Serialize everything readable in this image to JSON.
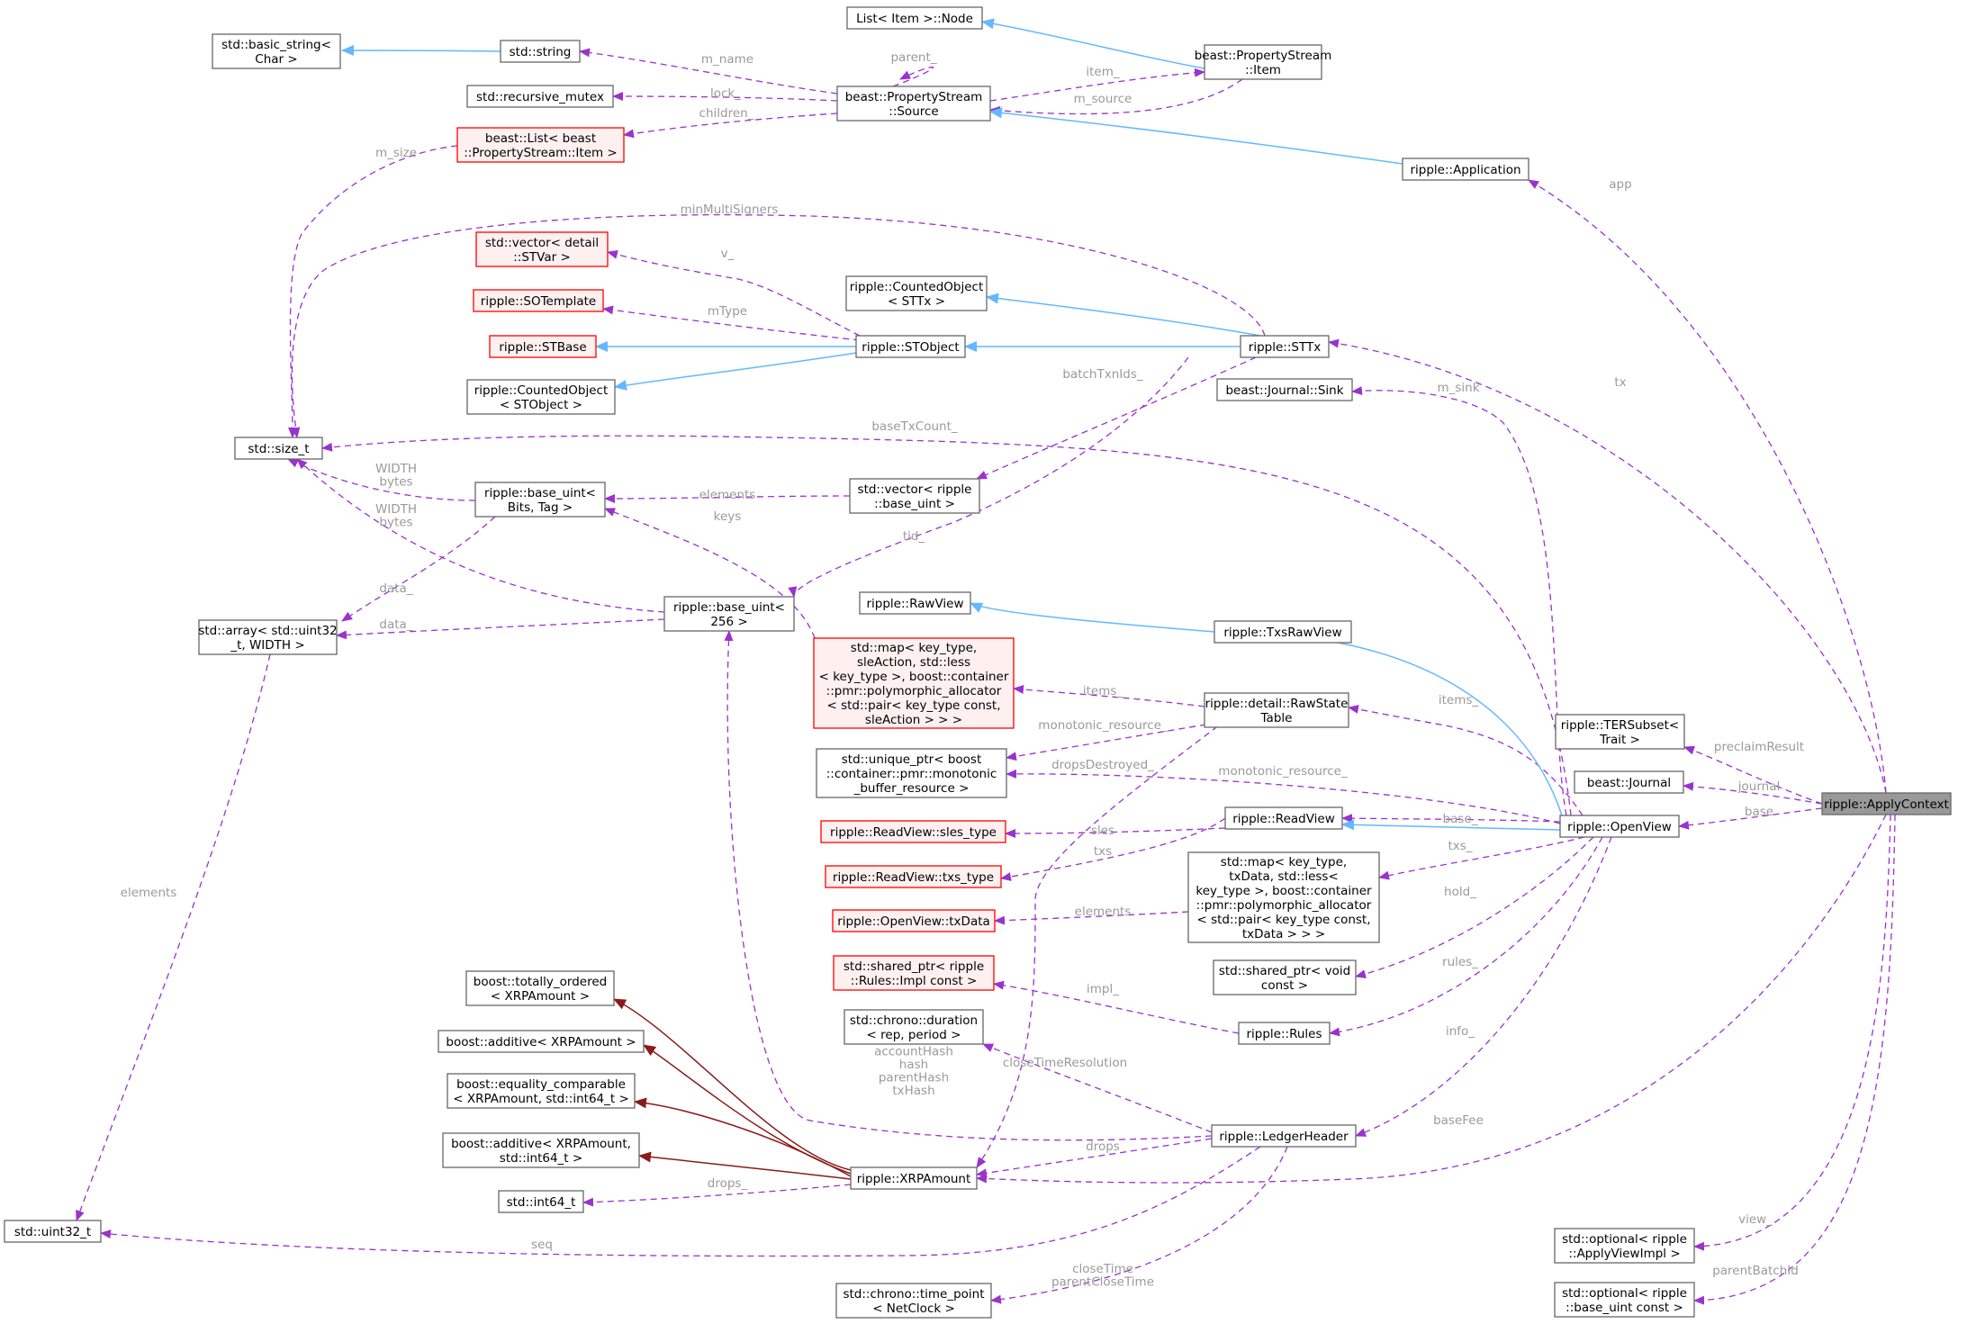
{
  "colors": {
    "member_edge": "#9a32cd",
    "inherit_edge": "#63b8ff",
    "private_inherit_edge": "#8b1a1a",
    "undocumented_border": "#ff0000",
    "undocumented_fill": "#fff0f0",
    "highlight_fill": "#999999"
  },
  "nodes": {
    "apply_context": [
      "ripple::ApplyContext"
    ],
    "list_node": [
      "List< Item >::Node"
    ],
    "basic_string": [
      "std::basic_string<",
      "Char >"
    ],
    "std_string": [
      "std::string"
    ],
    "ps_item": [
      "beast::PropertyStream",
      "::Item"
    ],
    "recursive_mutex": [
      "std::recursive_mutex"
    ],
    "ps_source": [
      "beast::PropertyStream",
      "::Source"
    ],
    "beast_list": [
      "beast::List< beast",
      "::PropertyStream::Item >"
    ],
    "application": [
      "ripple::Application"
    ],
    "vector_stvar": [
      "std::vector< detail",
      "::STVar >"
    ],
    "sotemplate": [
      "ripple::SOTemplate"
    ],
    "stbase": [
      "ripple::STBase"
    ],
    "counted_stobject": [
      "ripple::CountedObject",
      "< STObject >"
    ],
    "counted_sttx": [
      "ripple::CountedObject",
      "< STTx >"
    ],
    "stobject": [
      "ripple::STObject"
    ],
    "sttx": [
      "ripple::STTx"
    ],
    "journal_sink": [
      "beast::Journal::Sink"
    ],
    "size_t": [
      "std::size_t"
    ],
    "base_uint_bits": [
      "ripple::base_uint<",
      "Bits, Tag >"
    ],
    "vector_base_uint": [
      "std::vector< ripple",
      "::base_uint >"
    ],
    "array_uint32": [
      "std::array< std::uint32",
      "_t, WIDTH >"
    ],
    "base_uint_256": [
      "ripple::base_uint<",
      "256 >"
    ],
    "rawview": [
      "ripple::RawView"
    ],
    "txsrawview": [
      "ripple::TxsRawView"
    ],
    "map_sleaction": [
      "std::map< key_type,",
      " sleAction, std::less",
      "< key_type >, boost::container",
      "::pmr::polymorphic_allocator",
      "< std::pair< key_type const,",
      " sleAction > > >"
    ],
    "rawstatetable": [
      "ripple::detail::RawState",
      "Table"
    ],
    "tersubset": [
      "ripple::TERSubset<",
      "Trait >"
    ],
    "unique_ptr_mbr": [
      "std::unique_ptr< boost",
      "::container::pmr::monotonic",
      "_buffer_resource >"
    ],
    "beast_journal": [
      "beast::Journal"
    ],
    "sles_type": [
      "ripple::ReadView::sles_type"
    ],
    "readview": [
      "ripple::ReadView"
    ],
    "openview": [
      "ripple::OpenView"
    ],
    "txs_type": [
      "ripple::ReadView::txs_type"
    ],
    "map_txdata": [
      "std::map< key_type,",
      " txData, std::less<",
      " key_type >, boost::container",
      "::pmr::polymorphic_allocator",
      "< std::pair< key_type const,",
      " txData > > >"
    ],
    "openview_txdata": [
      "ripple::OpenView::txData"
    ],
    "totally_ordered": [
      "boost::totally_ordered",
      "< XRPAmount >"
    ],
    "shared_ptr_rules": [
      "std::shared_ptr< ripple",
      "::Rules::Impl const >"
    ],
    "shared_ptr_void": [
      "std::shared_ptr< void",
      " const >"
    ],
    "additive": [
      "boost::additive< XRPAmount >"
    ],
    "rules": [
      "ripple::Rules"
    ],
    "duration": [
      "std::chrono::duration",
      "< rep, period >"
    ],
    "equality_comparable": [
      "boost::equality_comparable",
      "< XRPAmount, std::int64_t >"
    ],
    "additive2": [
      "boost::additive< XRPAmount,",
      " std::int64_t >"
    ],
    "ledgerheader": [
      "ripple::LedgerHeader"
    ],
    "xrpamount": [
      "ripple::XRPAmount"
    ],
    "int64": [
      "std::int64_t"
    ],
    "uint32": [
      "std::uint32_t"
    ],
    "time_point": [
      "std::chrono::time_point",
      "< NetClock >"
    ],
    "optional_applyview": [
      "std::optional< ripple",
      "::ApplyViewImpl >"
    ],
    "optional_base_uint": [
      "std::optional< ripple",
      "::base_uint const >"
    ]
  },
  "edge_labels": {
    "m_name": [
      "m_name"
    ],
    "parent": [
      "parent_"
    ],
    "item": [
      "item_"
    ],
    "lock": [
      "lock_"
    ],
    "m_source": [
      "m_source"
    ],
    "children": [
      "children_"
    ],
    "m_size": [
      "m_size"
    ],
    "app": [
      "app"
    ],
    "min_multi_signers": [
      "minMultiSigners"
    ],
    "v": [
      "v_"
    ],
    "mtype": [
      "mType"
    ],
    "tx": [
      "tx"
    ],
    "batch_txn_ids": [
      "batchTxnIds_"
    ],
    "m_sink": [
      "m_sink"
    ],
    "base_tx_count": [
      "baseTxCount_"
    ],
    "width_bytes_1": [
      "WIDTH",
      "bytes"
    ],
    "width_bytes_2": [
      "WIDTH",
      "bytes"
    ],
    "elements_vec": [
      "elements"
    ],
    "keys": [
      "keys"
    ],
    "tid": [
      "tid_"
    ],
    "data_1": [
      "data_"
    ],
    "data_2": [
      "data_"
    ],
    "items_map": [
      "items_"
    ],
    "items_rst": [
      "items_"
    ],
    "preclaim_result": [
      "preclaimResult"
    ],
    "monotonic_resource_1": [
      "monotonic_resource_"
    ],
    "drops_destroyed": [
      "dropsDestroyed_"
    ],
    "monotonic_resource_2": [
      "monotonic_resource_"
    ],
    "journal": [
      "journal"
    ],
    "base_ro": [
      "base_"
    ],
    "base": [
      "base"
    ],
    "sles": [
      "sles"
    ],
    "txs": [
      "txs"
    ],
    "txs_ov": [
      "txs_"
    ],
    "elements_arr": [
      "elements"
    ],
    "elements_txdata": [
      "elements"
    ],
    "hold": [
      "hold_"
    ],
    "impl": [
      "impl_"
    ],
    "rules": [
      "rules_"
    ],
    "info": [
      "info_"
    ],
    "close_time_resolution": [
      "closeTimeResolution"
    ],
    "hashes": [
      "accountHash",
      "hash",
      "parentHash",
      "txHash"
    ],
    "base_fee": [
      "baseFee"
    ],
    "drops_lh": [
      "drops"
    ],
    "drops_xrp": [
      "drops_"
    ],
    "seq": [
      "seq"
    ],
    "close_time": [
      "closeTime",
      "parentCloseTime"
    ],
    "view": [
      "view_"
    ],
    "parent_batch_id": [
      "parentBatchId"
    ]
  }
}
